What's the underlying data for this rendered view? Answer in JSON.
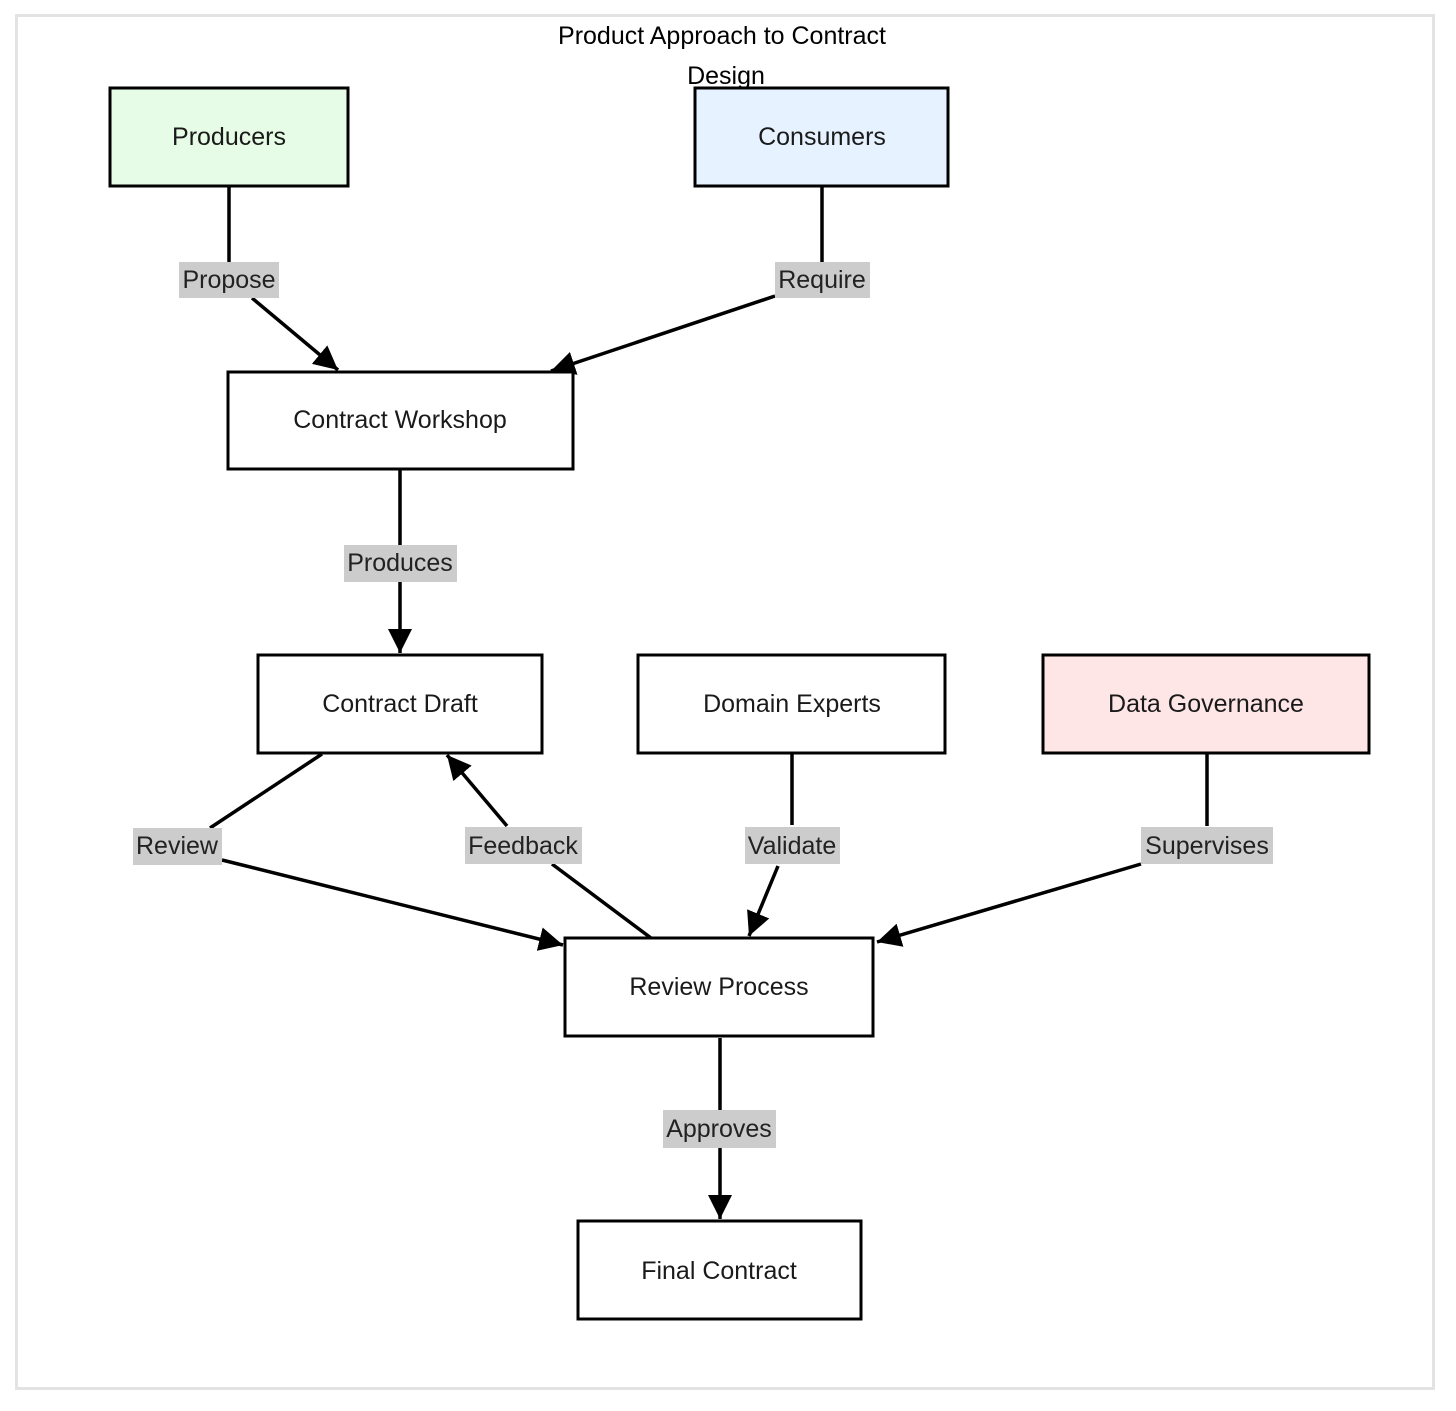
{
  "title_lines": [
    "Product Approach to Contract",
    "Design"
  ],
  "colors": {
    "producers_fill": "#e6fce6",
    "consumers_fill": "#e6f2ff",
    "governance_fill": "#ffe6e6",
    "default_fill": "#ffffff",
    "edge_label_bg": "#cccccc"
  },
  "nodes": {
    "producers": {
      "label": "Producers"
    },
    "consumers": {
      "label": "Consumers"
    },
    "workshop": {
      "label": "Contract Workshop"
    },
    "draft": {
      "label": "Contract Draft"
    },
    "experts": {
      "label": "Domain Experts"
    },
    "governance": {
      "label": "Data Governance"
    },
    "review": {
      "label": "Review Process"
    },
    "final": {
      "label": "Final Contract"
    }
  },
  "edges": [
    {
      "from": "producers",
      "to": "workshop",
      "label": "Propose"
    },
    {
      "from": "consumers",
      "to": "workshop",
      "label": "Require"
    },
    {
      "from": "workshop",
      "to": "draft",
      "label": "Produces"
    },
    {
      "from": "draft",
      "to": "review",
      "label": "Review"
    },
    {
      "from": "review",
      "to": "draft",
      "label": "Feedback"
    },
    {
      "from": "experts",
      "to": "review",
      "label": "Validate"
    },
    {
      "from": "governance",
      "to": "review",
      "label": "Supervises"
    },
    {
      "from": "review",
      "to": "final",
      "label": "Approves"
    }
  ]
}
